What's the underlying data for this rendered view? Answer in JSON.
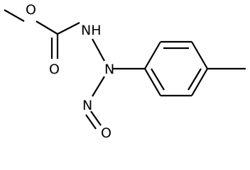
{
  "molecule": {
    "atoms": {
      "carbonyl_o": "O",
      "ester_o": "O",
      "nh": "NH",
      "n": "N",
      "nitroso_n": "N",
      "nitroso_o": "O"
    }
  }
}
